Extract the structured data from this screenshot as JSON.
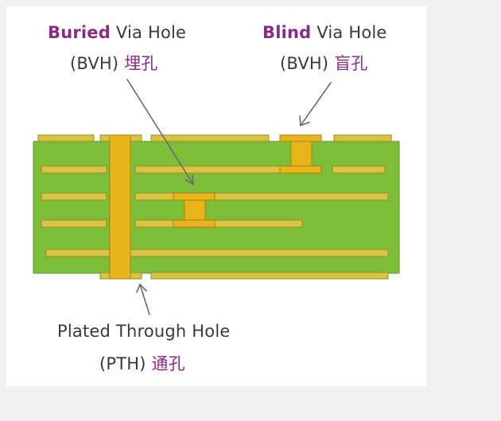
{
  "labels": {
    "buried": {
      "accent": "Buried",
      "rest": " Via Hole",
      "abbr": "(BVH) ",
      "cjk": "埋孔"
    },
    "blind": {
      "accent": "Blind",
      "rest": " Via Hole",
      "abbr": "(BVH) ",
      "cjk": "盲孔"
    },
    "pth": {
      "line1": "Plated Through  Hole",
      "abbr": "(PTH) ",
      "cjk": "通孔"
    }
  },
  "colors": {
    "board": "#7dbf3b",
    "board_edge": "#5f9a26",
    "copper": "#d8c443",
    "copper_edge": "#9a8a1e",
    "plating": "#e9b51c",
    "plating_edge": "#a87f10",
    "accent": "#8a2c86",
    "arrow": "#6a6a6a"
  }
}
